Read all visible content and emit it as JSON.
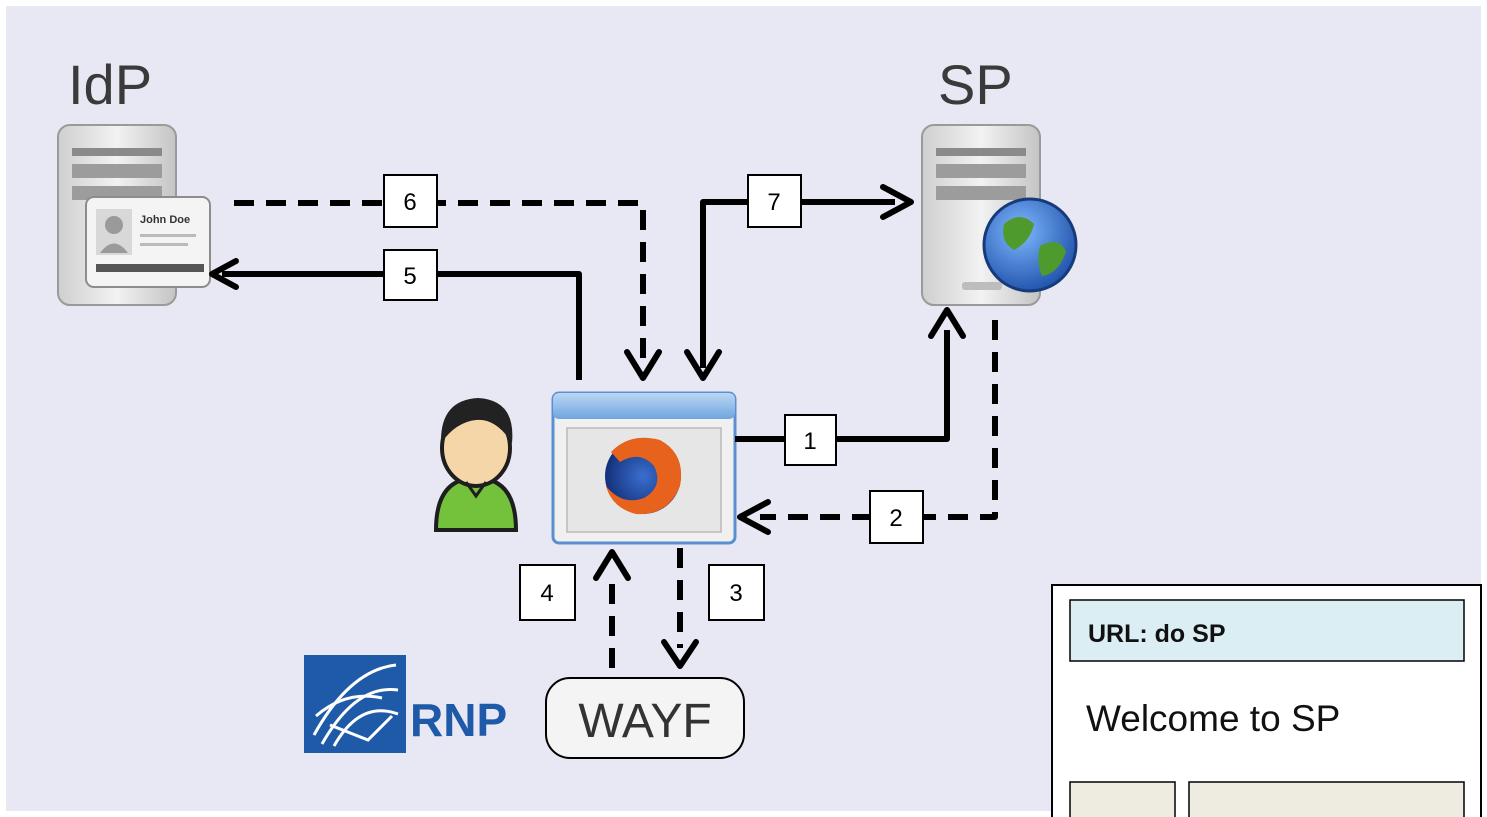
{
  "idp_label": "IdP",
  "sp_label": "SP",
  "id_card_name": "John Doe",
  "steps": [
    "1",
    "2",
    "3",
    "4",
    "5",
    "6",
    "7"
  ],
  "wayf_label": "WAYF",
  "rnp_label": "RNP",
  "browser_window": {
    "url_text": "URL: do SP",
    "welcome_text": "Welcome to SP"
  }
}
